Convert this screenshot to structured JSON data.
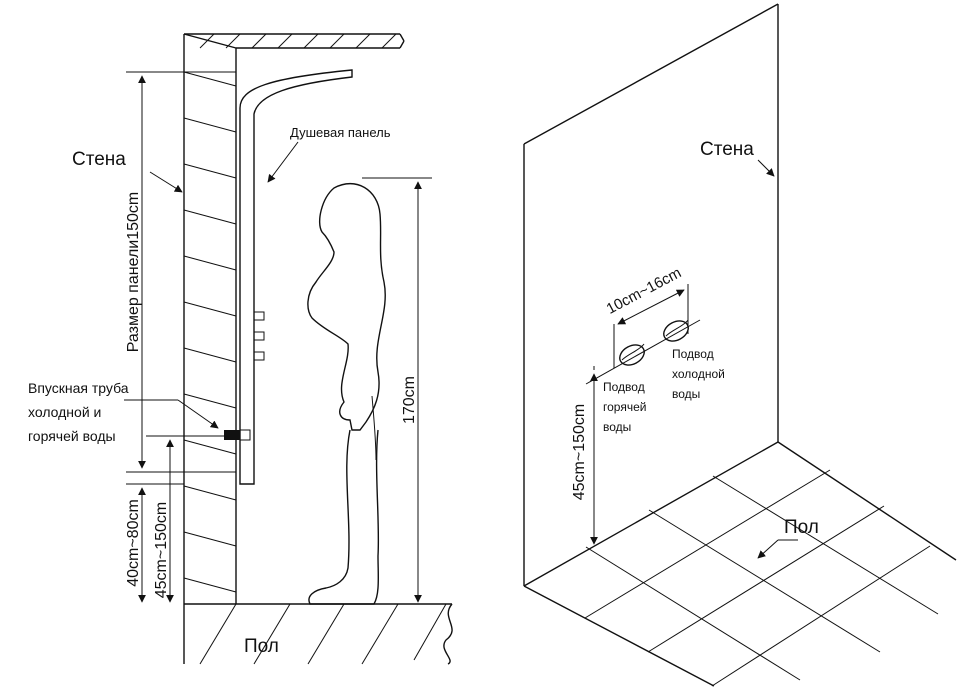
{
  "left_diagram": {
    "wall_label": "Стена",
    "panel_label": "Душевая панель",
    "panel_size_label": "Размер панели150cm",
    "inlet_label_line1": "Впускная труба",
    "inlet_label_line2": "холодной и",
    "inlet_label_line3": "горячей воды",
    "dim_40_80": "40cm~80cm",
    "dim_45_150": "45cm~150cm",
    "dim_170": "170cm",
    "floor_label": "Пол"
  },
  "right_diagram": {
    "wall_label": "Стена",
    "spacing_label": "10cm~16cm",
    "cold_label_line1": "Подвод",
    "cold_label_line2": "холодной",
    "cold_label_line3": "воды",
    "hot_label_line1": "Подвод",
    "hot_label_line2": "горячей",
    "hot_label_line3": "воды",
    "height_label": "45cm~150cm",
    "floor_label": "Пол"
  }
}
